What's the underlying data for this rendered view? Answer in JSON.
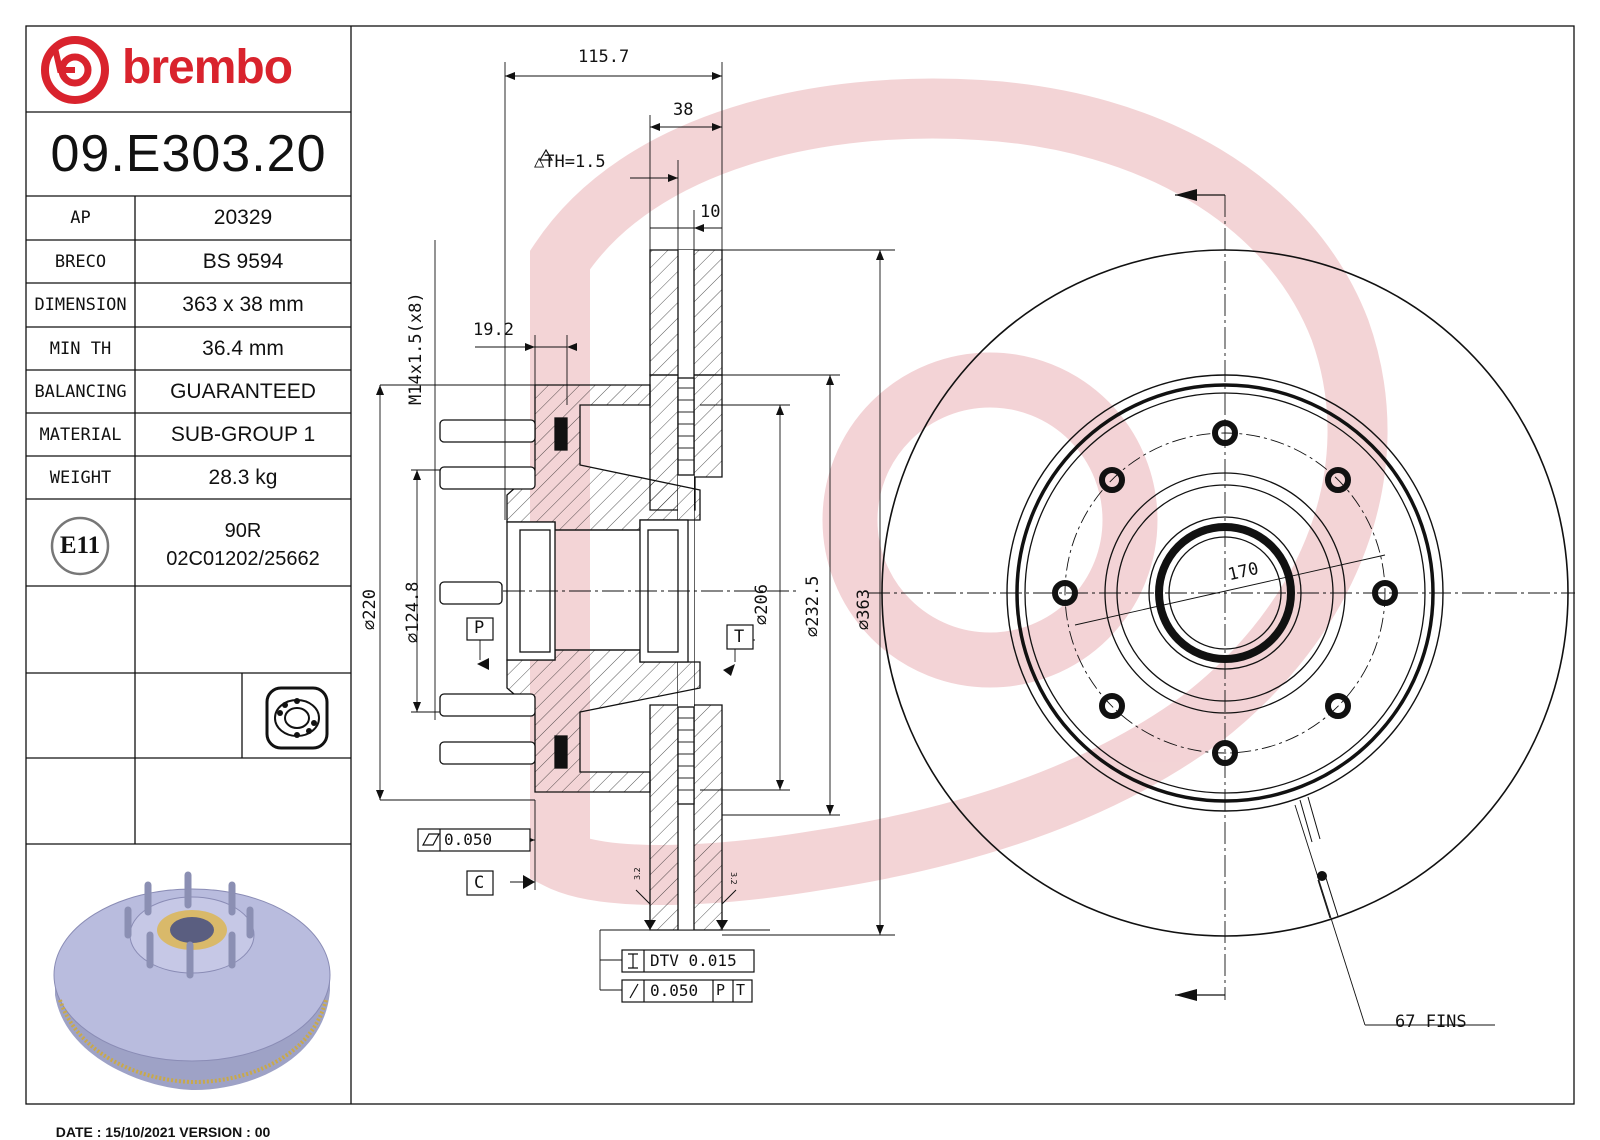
{
  "brand": {
    "name": "brembo",
    "color": "#d9232d"
  },
  "part_number": "09.E303.20",
  "spec_rows": [
    {
      "label": "AP",
      "value": "20329"
    },
    {
      "label": "BRECO",
      "value": "BS 9594"
    },
    {
      "label": "DIMENSION",
      "value": "363 x 38 mm"
    },
    {
      "label": "MIN TH",
      "value": "36.4 mm"
    },
    {
      "label": "BALANCING",
      "value": "GUARANTEED"
    },
    {
      "label": "MATERIAL",
      "value": "SUB-GROUP 1"
    },
    {
      "label": "WEIGHT",
      "value": "28.3 kg"
    }
  ],
  "approval": {
    "mark": "E11",
    "regulation": "90R",
    "number": "02C01202/25662"
  },
  "footer": {
    "date_label": "DATE : 15/10/2021",
    "version_label": "VERSION : 00"
  },
  "dimensions": {
    "overall_width": "115.7",
    "thickness": "38",
    "delta_th": "△TH=1.5",
    "ten": "10",
    "hub_offset": "19.2",
    "thread": "M14x1.5(x8)",
    "d220": "⌀220",
    "d124_8": "⌀124.8",
    "d206": "⌀206",
    "d232_5": "⌀232.5",
    "d363": "⌀363",
    "pcd": "170",
    "flatness": "0.050",
    "dtv": "DTV 0.015",
    "runout": "0.050",
    "fins": "67 FINS",
    "rough_left": "3.2",
    "rough_right": "3.2"
  },
  "datums": {
    "p": "P",
    "t": "T",
    "c": "C",
    "p_ref": "P",
    "t_ref": "T"
  }
}
